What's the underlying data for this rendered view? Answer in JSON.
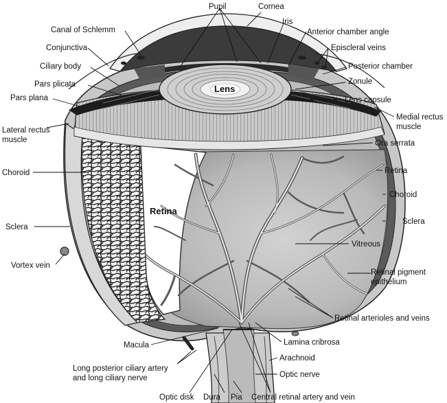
{
  "labels": {
    "pupil": "Pupil",
    "cornea": "Cornea",
    "canal_of_schlemm": "Canal of Schlemm",
    "iris": "Iris",
    "anterior_chamber_angle": "Anterior chamber angle",
    "conjunctiva": "Conjunctiva",
    "episcleral_veins": "Episcleral veins",
    "ciliary_body": "Ciliary body",
    "posterior_chamber": "Posterior chamber",
    "pars_plicata": "Pars plicata",
    "zonule": "Zonule",
    "lens": "Lens",
    "pars_plana": "Pars plana",
    "lens_capsule": "Lens capsule",
    "medial_rectus_muscle": "Medial rectus muscle",
    "lateral_rectus_muscle": "Lateral rectus muscle",
    "ora_serrata": "Ora serrata",
    "choroid_left": "Choroid",
    "retina_right": "Retina",
    "choroid_right": "Choroid",
    "retina_center": "Retina",
    "sclera_left": "Sclera",
    "sclera_right": "Sclera",
    "vitreous": "Vitreous",
    "vortex_vein": "Vortex vein",
    "retinal_pigment_epithelium": "Retinal pigment epithelium",
    "retinal_arterioles_and_veins": "Retinal arterioles and veins",
    "macula": "Macula",
    "lamina_cribrosa": "Lamina cribrosa",
    "arachnoid": "Arachnoid",
    "long_posterior_ciliary": "Long posterior ciliary artery and long ciliary nerve",
    "optic_nerve": "Optic nerve",
    "optic_disk": "Optic disk",
    "dura": "Dura",
    "pia": "Pia",
    "central_retinal_artery_and_vein": "Central retinal artery and vein"
  }
}
